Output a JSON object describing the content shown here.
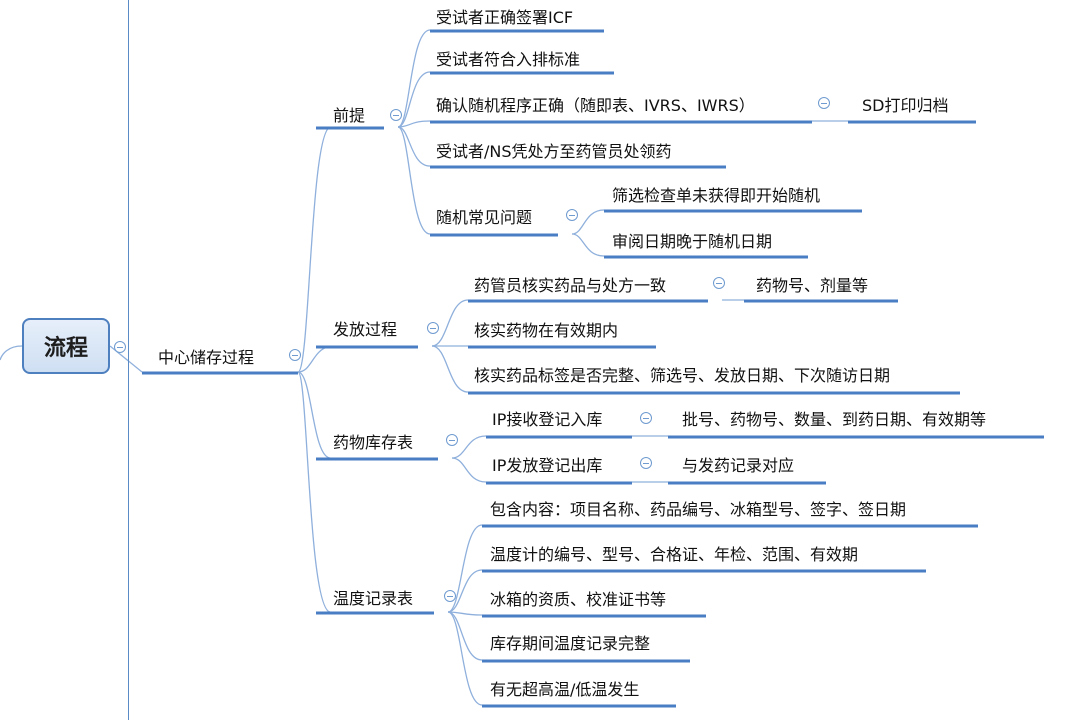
{
  "root": {
    "label": "流程"
  },
  "center": {
    "label": "中心储存过程"
  },
  "branches": [
    {
      "label": "前提",
      "children": [
        {
          "label": "受试者正确签署ICF"
        },
        {
          "label": "受试者符合入排标准"
        },
        {
          "label": "确认随机程序正确（随即表、IVRS、IWRS）",
          "children": [
            {
              "label": "SD打印归档"
            }
          ]
        },
        {
          "label": "受试者/NS凭处方至药管员处领药"
        },
        {
          "label": "随机常见问题",
          "children": [
            {
              "label": "筛选检查单未获得即开始随机"
            },
            {
              "label": "审阅日期晚于随机日期"
            }
          ]
        }
      ]
    },
    {
      "label": "发放过程",
      "children": [
        {
          "label": "药管员核实药品与处方一致",
          "children": [
            {
              "label": "药物号、剂量等"
            }
          ]
        },
        {
          "label": "核实药物在有效期内"
        },
        {
          "label": "核实药品标签是否完整、筛选号、发放日期、下次随访日期"
        }
      ]
    },
    {
      "label": "药物库存表",
      "children": [
        {
          "label": "IP接收登记入库",
          "children": [
            {
              "label": "批号、药物号、数量、到药日期、有效期等"
            }
          ]
        },
        {
          "label": "IP发放登记出库",
          "children": [
            {
              "label": "与发药记录对应"
            }
          ]
        }
      ]
    },
    {
      "label": "温度记录表",
      "children": [
        {
          "label": "包含内容：项目名称、药品编号、冰箱型号、签字、签日期"
        },
        {
          "label": "温度计的编号、型号、合格证、年检、范围、有效期"
        },
        {
          "label": "冰箱的资质、校准证书等"
        },
        {
          "label": "库存期间温度记录完整"
        },
        {
          "label": "有无超高温/低温发生"
        }
      ]
    }
  ],
  "colors": {
    "line": "#5b8ac7",
    "underline": "#4a7ec4",
    "root_border": "#4e7fbf"
  }
}
